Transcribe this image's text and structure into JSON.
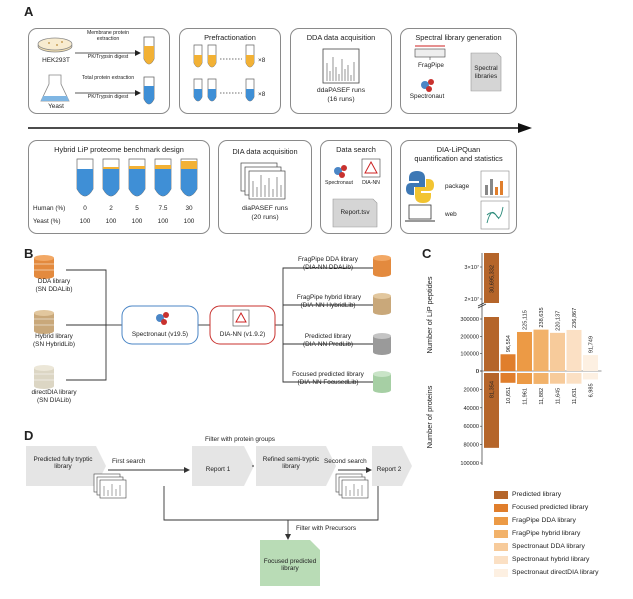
{
  "panels": {
    "a": "A",
    "b": "B",
    "c": "C",
    "d": "D"
  },
  "panel_a": {
    "cells": {
      "hek": "HEK293T",
      "yeast": "Yeast"
    },
    "digest": {
      "membrane": "Membrane protein extraction",
      "total": "Total protein extraction",
      "pk": "PK/Trypsin digest"
    },
    "prefractionation": {
      "title": "Prefractionation",
      "times": "×8"
    },
    "dda": {
      "title": "DDA data acquisition",
      "runs": "ddaPASEF runs",
      "runs_count": "(16 runs)"
    },
    "spectral": {
      "title": "Spectral library generation",
      "fragpipe": "FragPipe",
      "spectronaut": "Spectronaut",
      "libraries_1": "Spectral",
      "libraries_2": "libraries"
    },
    "benchmark": {
      "title": "Hybrid LiP proteome benchmark design",
      "human_label": "Human (%)",
      "yeast_label": "Yeast (%)",
      "human": [
        "0",
        "2",
        "5",
        "7.5",
        "30"
      ],
      "yeast": [
        "100",
        "100",
        "100",
        "100",
        "100"
      ]
    },
    "dia": {
      "title": "DIA data acquisition",
      "runs": "diaPASEF runs",
      "runs_count": "(20 runs)"
    },
    "search": {
      "title": "Data search",
      "spectronaut": "Spectronaut",
      "diann": "DIA-NN",
      "report": "Report.tsv"
    },
    "lipquan": {
      "title_1": "DIA-LiPQuan",
      "title_2": "quantification and statistics",
      "package": "package",
      "web": "web"
    }
  },
  "panel_b": {
    "left": [
      {
        "name": "DDA library",
        "code": "(SN DDALib)"
      },
      {
        "name": "Hybrid library",
        "code": "(SN HybridLib)"
      },
      {
        "name": "directDIA library",
        "code": "(SN DIALib)"
      }
    ],
    "spectronaut": "Spectronaut (v19.5)",
    "diann": "DIA-NN (v1.9.2)",
    "right": [
      {
        "name": "FragPipe DDA library",
        "code": "(DIA-NN DDALib)"
      },
      {
        "name": "FragPipe hybrid library",
        "code": "(DIA-NN HybridLib)"
      },
      {
        "name": "Predicted library",
        "code": "(DIA-NN PredLib)"
      },
      {
        "name": "Focused predicted library",
        "code": "(DIA-NN FocusedLib)"
      }
    ]
  },
  "chart_data": {
    "type": "bar",
    "categories": [
      "Predicted library",
      "Focused predicted library",
      "FragPipe DDA library",
      "FragPipe hybrid library",
      "Spectronaut DDA library",
      "Spectronaut hybrid library",
      "Spectronaut directDIA library"
    ],
    "colors": [
      "#b5652a",
      "#e07e2c",
      "#ec9a45",
      "#f2b26a",
      "#f7cb9b",
      "#fbe0c4",
      "#fdf0e2"
    ],
    "series": [
      {
        "name": "",
        "values": [
          30695332,
          96554,
          225115,
          238635,
          220137,
          236867,
          91749
        ],
        "labels": [
          "30,695,332",
          "96,554",
          "225,115",
          "238,635",
          "220,137",
          "236,867",
          "91,749"
        ]
      },
      {
        "name": "",
        "values": [
          81354,
          10651,
          11961,
          11882,
          11645,
          11631,
          6985
        ],
        "labels": [
          "81,354",
          "10,651",
          "11,961",
          "11,882",
          "11,645",
          "11,631",
          "6,985"
        ]
      }
    ],
    "ylabel_top": "Number of LiP peptides",
    "ylabel_bottom": "Number of proteins",
    "top_ticks": [
      "0",
      "100000",
      "200000",
      "300000"
    ],
    "top_break_ticks": [
      "2×10⁷",
      "3×10⁷"
    ],
    "bottom_ticks": [
      "0",
      "20000",
      "40000",
      "60000",
      "80000",
      "100000"
    ]
  },
  "panel_d": {
    "steps": [
      "Predicted fully tryptic library",
      "Report 1",
      "Refined semi-tryptic library",
      "Report 2"
    ],
    "arrows": [
      "First search",
      "Filter with protein groups",
      "Second search",
      "Filter with Precursors"
    ],
    "result": "Focused predicted library"
  }
}
